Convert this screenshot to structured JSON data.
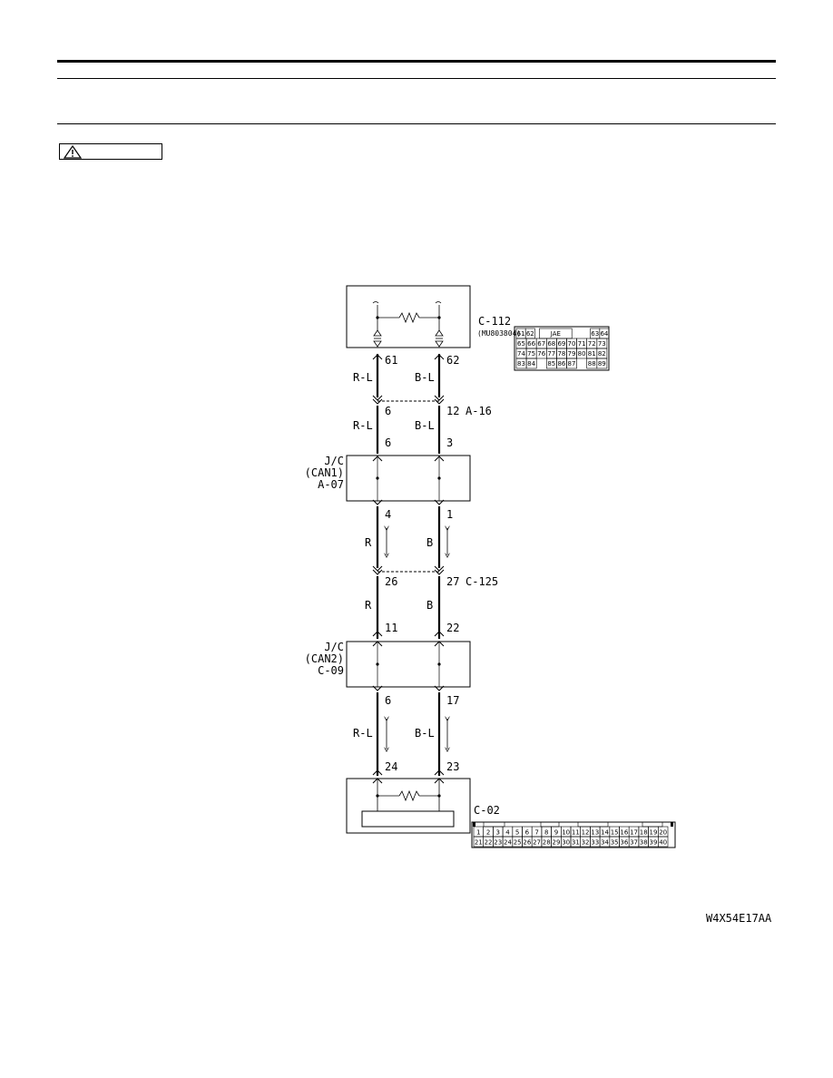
{
  "diagram": {
    "top_unit": {
      "connector": "C-112",
      "part_number": "(MU803804)",
      "connector_maker": "JAE",
      "pin_rows": [
        [
          "61",
          "62",
          "",
          "",
          "",
          "",
          "",
          "",
          "63",
          "64"
        ],
        [
          "65",
          "66",
          "67",
          "68",
          "69",
          "70",
          "71",
          "72",
          "73"
        ],
        [
          "74",
          "75",
          "76",
          "77",
          "78",
          "79",
          "80",
          "81",
          "82"
        ],
        [
          "83",
          "84",
          "",
          "85",
          "86",
          "87",
          "",
          "88",
          "89"
        ]
      ]
    },
    "segments": {
      "s1": {
        "left_pin": "61",
        "right_pin": "62",
        "left_wire": "R-L",
        "right_wire": "B-L"
      },
      "s2": {
        "left_pin_top": "6",
        "right_pin_top": "12",
        "connector": "A-16",
        "left_wire": "R-L",
        "right_wire": "B-L",
        "left_pin_bottom": "6",
        "right_pin_bottom": "3"
      },
      "s3": {
        "left_pin": "4",
        "right_pin": "1",
        "left_wire": "R",
        "right_wire": "B"
      },
      "s4": {
        "left_pin_top": "26",
        "right_pin_top": "27",
        "connector": "C-125",
        "left_wire": "R",
        "right_wire": "B",
        "left_pin_bottom": "11",
        "right_pin_bottom": "22"
      },
      "s5": {
        "left_pin_top": "6",
        "right_pin_top": "17",
        "left_wire": "R-L",
        "right_wire": "B-L",
        "left_pin_bottom": "24",
        "right_pin_bottom": "23"
      }
    },
    "jc1": {
      "line1": "J/C",
      "line2": "(CAN1)",
      "line3": "A-07"
    },
    "jc2": {
      "line1": "J/C",
      "line2": "(CAN2)",
      "line3": "C-09"
    },
    "bottom_unit": {
      "connector": "C-02",
      "pins_row1": [
        "1",
        "2",
        "3",
        "4",
        "5",
        "6",
        "7",
        "8",
        "9",
        "10",
        "11",
        "12",
        "13",
        "14",
        "15",
        "16",
        "17",
        "18",
        "19",
        "20"
      ],
      "pins_row2": [
        "21",
        "22",
        "23",
        "24",
        "25",
        "26",
        "27",
        "28",
        "29",
        "30",
        "31",
        "32",
        "33",
        "34",
        "35",
        "36",
        "37",
        "38",
        "39",
        "40"
      ]
    },
    "figure_code": "W4X54E17AA"
  }
}
